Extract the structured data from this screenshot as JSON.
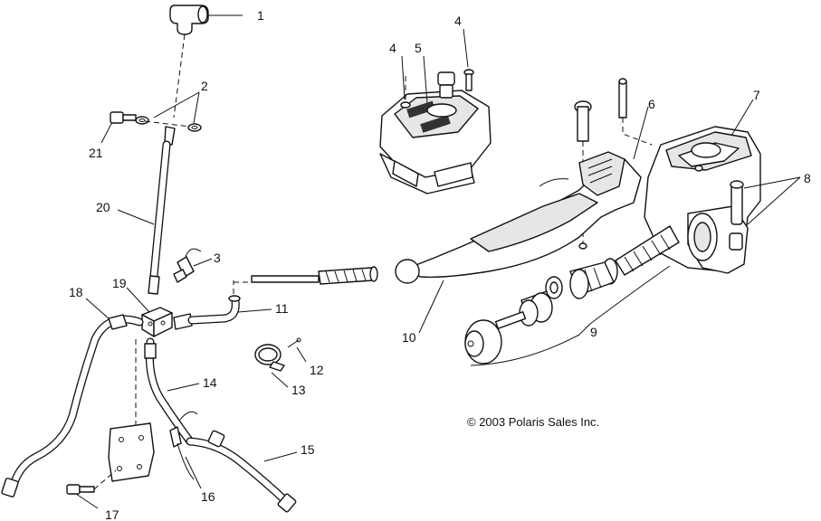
{
  "diagram": {
    "copyright": "© 2003 Polaris Sales Inc.",
    "callouts": [
      {
        "id": "1",
        "label": "1"
      },
      {
        "id": "2",
        "label": "2"
      },
      {
        "id": "3",
        "label": "3"
      },
      {
        "id": "4a",
        "label": "4"
      },
      {
        "id": "4b",
        "label": "4"
      },
      {
        "id": "5",
        "label": "5"
      },
      {
        "id": "6",
        "label": "6"
      },
      {
        "id": "7",
        "label": "7"
      },
      {
        "id": "8",
        "label": "8"
      },
      {
        "id": "9",
        "label": "9"
      },
      {
        "id": "10",
        "label": "10"
      },
      {
        "id": "11",
        "label": "11"
      },
      {
        "id": "12",
        "label": "12"
      },
      {
        "id": "13",
        "label": "13"
      },
      {
        "id": "14",
        "label": "14"
      },
      {
        "id": "15",
        "label": "15"
      },
      {
        "id": "16",
        "label": "16"
      },
      {
        "id": "17",
        "label": "17"
      },
      {
        "id": "18",
        "label": "18"
      },
      {
        "id": "19",
        "label": "19"
      },
      {
        "id": "20",
        "label": "20"
      },
      {
        "id": "21",
        "label": "21"
      }
    ]
  }
}
